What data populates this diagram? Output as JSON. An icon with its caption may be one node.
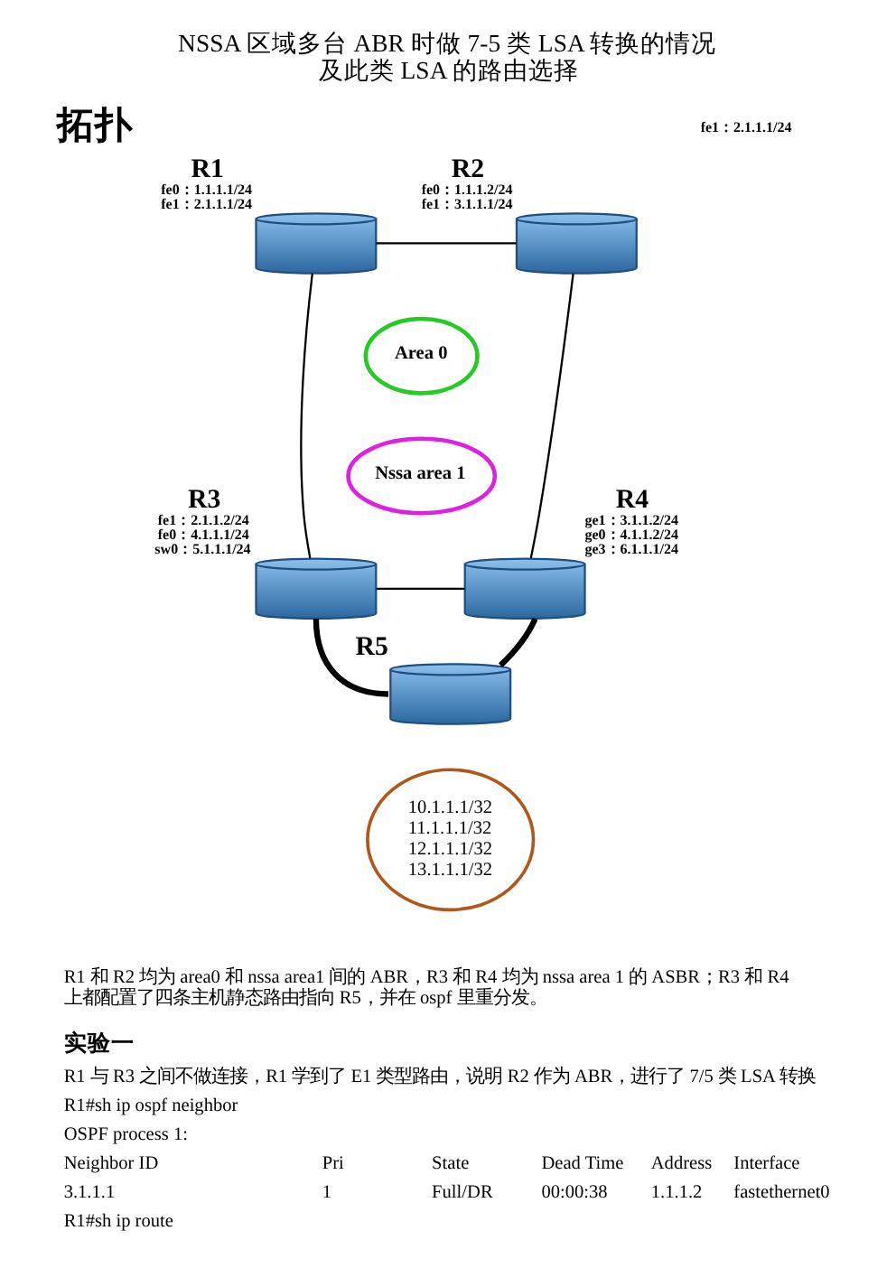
{
  "diagram": {
    "title": "NSSA 区域多台 ABR 时做 7-5 类 LSA 转换的情况及此类 LSA 的路由选择",
    "nodes": [
      {
        "text": [],
        "shape": "cylinder",
        "beside": [
          "R1",
          "fe0：1.1.1.1/24",
          "fe1：2.1.1.1/24"
        ]
      },
      {
        "text": [
          "Area 0"
        ]
      },
      {
        "text": [],
        "shape": "cylinder",
        "beside": [
          "R2",
          "fe0：1.1.1.2/24",
          "fe1：3.1.1.1/24"
        ]
      },
      {
        "text": [],
        "shape": "cylinder",
        "beside": [
          "R3",
          "fe1：2.1.1.2/24",
          "fe0：4.1.1.1/24",
          "sw0：5.1.1.1/24"
        ]
      },
      {
        "text": [
          "Nssa area 1"
        ]
      },
      {
        "text": [],
        "shape": "cylinder",
        "beside": [
          "R4",
          "ge1：3.1.1.2/24",
          "ge0：4.1.1.2/24",
          "ge3：6.1.1.1/24"
        ]
      },
      {
        "text": [],
        "shape": "cylinder",
        "beside": [
          "R5"
        ]
      },
      {
        "text": [
          "10.1.1.1/32",
          "11.1.1.1/32",
          "12.1.1.1/32",
          "13.1.1.1/32"
        ]
      }
    ],
    "edges": [
      {
        "from": 0,
        "to": 2,
        "arrow": "none"
      },
      {
        "from": 0,
        "to": 3,
        "arrow": "none"
      },
      {
        "from": 2,
        "to": 5,
        "arrow": "none"
      },
      {
        "from": 3,
        "to": 5,
        "arrow": "none"
      },
      {
        "from": 3,
        "to": 6,
        "arrow": "none",
        "style": "thick"
      },
      {
        "from": 5,
        "to": 6,
        "arrow": "none",
        "style": "thick"
      }
    ],
    "labels": [
      "拓扑",
      "fe1：2.1.1.1/24",
      "R1 和 R2 均为 area0 和 nssa area1 间的 ABR，R3 和 R4 均为 nssa area 1 的 ASBR；R3 和 R4 上都配置了四条主机静态路由指向 R5，并在 ospf 里重分发。",
      "实验一",
      "R1 与 R3 之间不做连接，R1 学到了 E1 类型路由，说明 R2 作为 ABR，进行了 7/5 类 LSA 转换",
      "R1#sh ip ospf neighbor",
      "OSPF process 1:",
      "Neighbor ID",
      "Pri",
      "State",
      "Dead Time",
      "Address",
      "Interface",
      "3.1.1.1",
      "1",
      "Full/DR",
      "00:00:38",
      "1.1.1.2",
      "fastethernet0",
      "R1#sh ip route"
    ]
  }
}
